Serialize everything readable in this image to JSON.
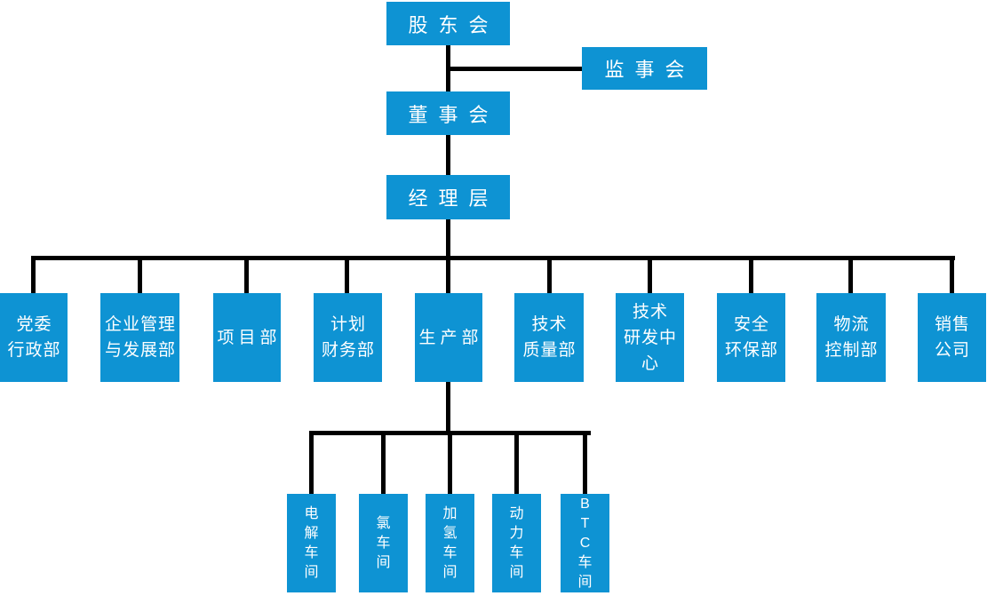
{
  "chart": {
    "type": "org-chart",
    "colors": {
      "node_fill": "#0E93D3",
      "node_text": "#ffffff",
      "connector": "#000000"
    },
    "levels": [
      "governance",
      "departments",
      "workshops"
    ]
  },
  "nodes": {
    "shareholders": {
      "label": "股东会"
    },
    "supervisory": {
      "label": "监事会"
    },
    "board": {
      "label": "董事会"
    },
    "management": {
      "label": "经理层"
    },
    "departments": [
      {
        "label": "党委\n行政部"
      },
      {
        "label": "企业管理\n与发展部"
      },
      {
        "label": "项目部"
      },
      {
        "label": "计划\n财务部"
      },
      {
        "label": "生产部"
      },
      {
        "label": "技术\n质量部"
      },
      {
        "label": "技术\n研发中心"
      },
      {
        "label": "安全\n环保部"
      },
      {
        "label": "物流\n控制部"
      },
      {
        "label": "销售\n公司"
      }
    ],
    "workshops": [
      {
        "label": "电\n解\n车\n间"
      },
      {
        "label": "氯\n车\n间"
      },
      {
        "label": "加\n氢\n车\n间"
      },
      {
        "label": "动\n力\n车\n间"
      },
      {
        "label": "B\nT\nC\n车\n间"
      }
    ]
  }
}
